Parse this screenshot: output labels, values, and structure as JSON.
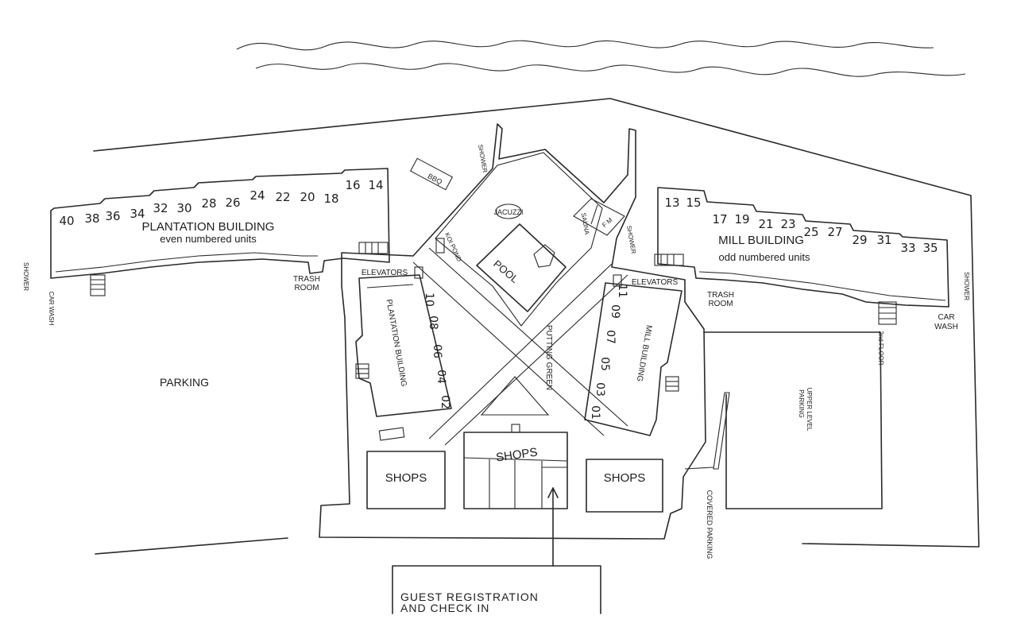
{
  "plantation": {
    "title": "PLANTATION BUILDING",
    "subtitle": "even numbered units",
    "units": [
      "40",
      "38",
      "36",
      "34",
      "32",
      "30",
      "28",
      "26",
      "24",
      "22",
      "20",
      "18",
      "16",
      "14"
    ]
  },
  "mill": {
    "title": "MILL BUILDING",
    "subtitle": "odd numbered units",
    "units": [
      "13",
      "15",
      "17",
      "19",
      "21",
      "23",
      "25",
      "27",
      "29",
      "31",
      "33",
      "35"
    ]
  },
  "west_wing": {
    "title": "PLANTATION BUILDING",
    "units": [
      "10",
      "08",
      "06",
      "04",
      "02"
    ]
  },
  "east_wing": {
    "title": "MILL BUILDING",
    "units": [
      "11",
      "09",
      "07",
      "05",
      "03",
      "01"
    ]
  },
  "labels": {
    "elevators": "ELEVATORS",
    "trash_room_line1": "TRASH",
    "trash_room_line2": "ROOM",
    "shower": "SHOWER",
    "car_wash": "CAR WASH",
    "car_line1": "CAR",
    "wash_line2": "WASH",
    "parking": "PARKING",
    "shops": "SHOPS",
    "pool": "POOL",
    "jacuzzi": "JACUZZI",
    "koi_pond": "KOI POND",
    "bbq": "BBQ",
    "sauna": "SAUNA",
    "fm": "F M",
    "putting_green": "PUTTING GREEN",
    "upper_level": "UPPER LEVEL",
    "parking_lower": "PARKING",
    "floor_2nd": "2nd FLOOR",
    "covered_parking": "COVERED PARKING",
    "registration_line1": "GUEST REGISTRATION",
    "registration_line2": "AND CHECK IN"
  }
}
